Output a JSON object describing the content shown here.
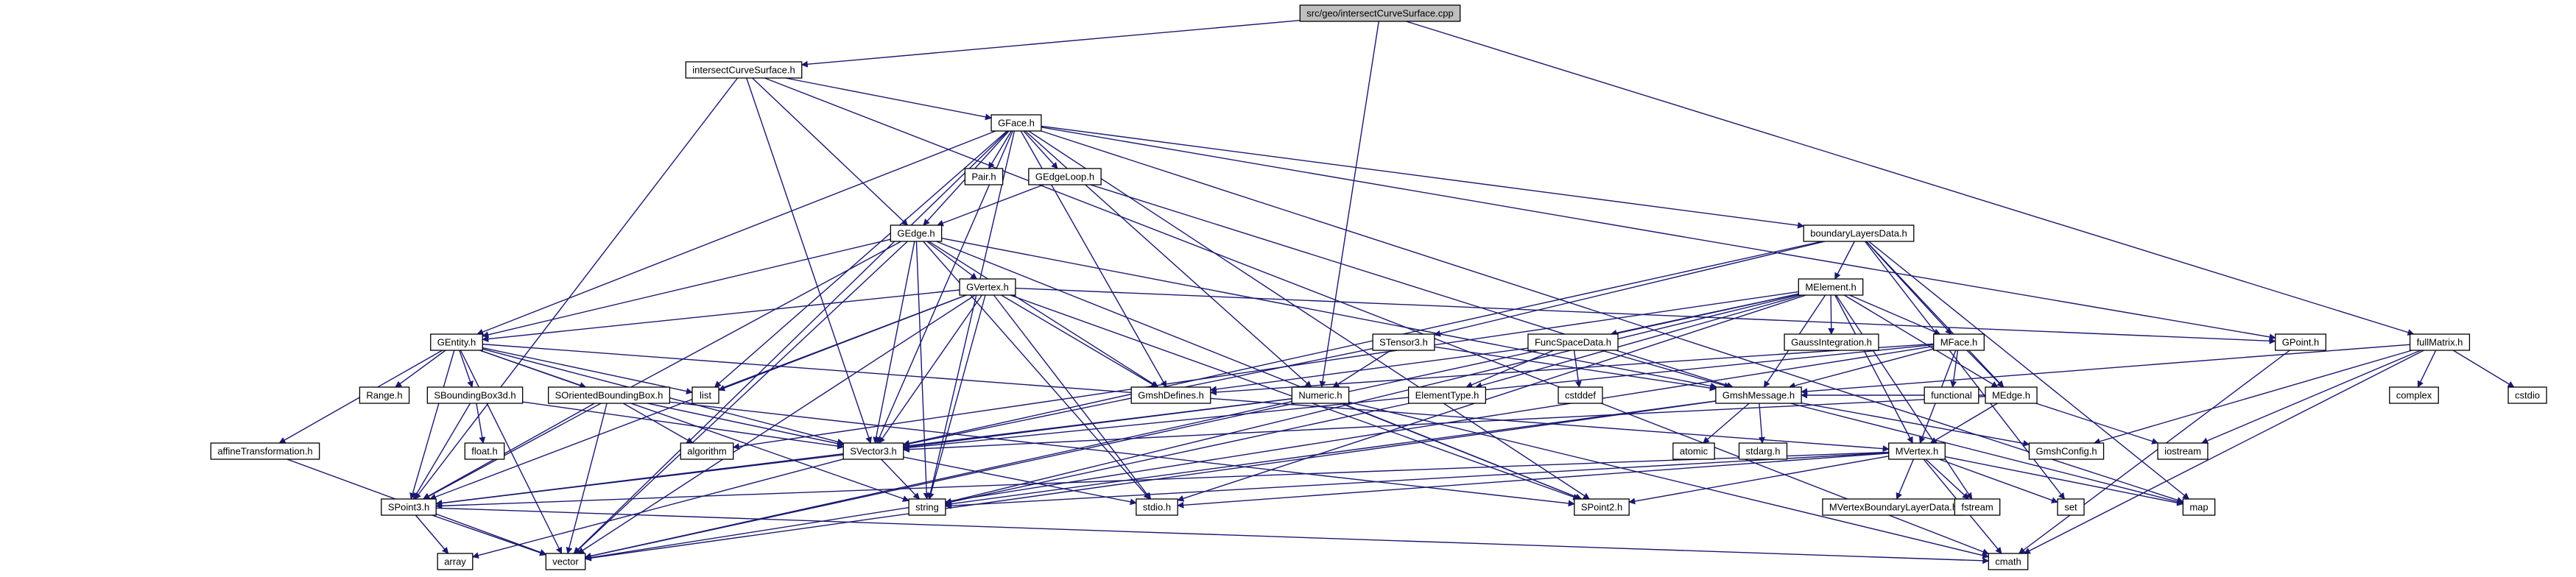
{
  "colors": {
    "edge": "#191970",
    "root_fill": "#bfbfbf",
    "node_fill": "#ffffff",
    "node_stroke": "#000000",
    "external_stroke": "#bfbfbf",
    "text": "#000000",
    "external_text": "#000000"
  },
  "nodes": [
    {
      "id": "root",
      "label": "src/geo/intersectCurveSurface.cpp",
      "kind": "root"
    },
    {
      "id": "icsh",
      "label": "intersectCurveSurface.h"
    },
    {
      "id": "fullmatrix",
      "label": "fullMatrix.h"
    },
    {
      "id": "gface",
      "label": "GFace.h"
    },
    {
      "id": "pair",
      "label": "Pair.h"
    },
    {
      "id": "gedgeloop",
      "label": "GEdgeLoop.h"
    },
    {
      "id": "gedge",
      "label": "GEdge.h"
    },
    {
      "id": "gvertex",
      "label": "GVertex.h"
    },
    {
      "id": "gentity",
      "label": "GEntity.h"
    },
    {
      "id": "range",
      "label": "Range.h"
    },
    {
      "id": "sbb",
      "label": "SBoundingBox3d.h"
    },
    {
      "id": "sobb",
      "label": "SOrientedBoundingBox.h"
    },
    {
      "id": "affine",
      "label": "affineTransformation.h"
    },
    {
      "id": "list",
      "label": "list",
      "kind": "ext"
    },
    {
      "id": "floath",
      "label": "float.h",
      "kind": "ext"
    },
    {
      "id": "algorithm",
      "label": "algorithm",
      "kind": "ext"
    },
    {
      "id": "spoint3",
      "label": "SPoint3.h"
    },
    {
      "id": "array",
      "label": "array",
      "kind": "ext"
    },
    {
      "id": "vector",
      "label": "vector",
      "kind": "ext"
    },
    {
      "id": "svector3",
      "label": "SVector3.h"
    },
    {
      "id": "string",
      "label": "string",
      "kind": "ext"
    },
    {
      "id": "stdio",
      "label": "stdio.h",
      "kind": "ext"
    },
    {
      "id": "stensor3",
      "label": "STensor3.h"
    },
    {
      "id": "numeric",
      "label": "Numeric.h"
    },
    {
      "id": "gmshdefines",
      "label": "GmshDefines.h"
    },
    {
      "id": "blayers",
      "label": "boundaryLayersData.h"
    },
    {
      "id": "melement",
      "label": "MElement.h"
    },
    {
      "id": "gaussint",
      "label": "GaussIntegration.h"
    },
    {
      "id": "funcspace",
      "label": "FuncSpaceData.h"
    },
    {
      "id": "cstddef",
      "label": "cstddef",
      "kind": "ext"
    },
    {
      "id": "elementtype",
      "label": "ElementType.h"
    },
    {
      "id": "mface",
      "label": "MFace.h"
    },
    {
      "id": "functional",
      "label": "functional",
      "kind": "ext"
    },
    {
      "id": "medge",
      "label": "MEdge.h"
    },
    {
      "id": "gmshmessage",
      "label": "GmshMessage.h"
    },
    {
      "id": "atomic",
      "label": "atomic",
      "kind": "ext"
    },
    {
      "id": "stdarg",
      "label": "stdarg.h",
      "kind": "ext"
    },
    {
      "id": "gmshconfig",
      "label": "GmshConfig.h"
    },
    {
      "id": "mvertex",
      "label": "MVertex.h"
    },
    {
      "id": "mvbld",
      "label": "MVertexBoundaryLayerData.h"
    },
    {
      "id": "fstream",
      "label": "fstream",
      "kind": "ext"
    },
    {
      "id": "set",
      "label": "set",
      "kind": "ext"
    },
    {
      "id": "map",
      "label": "map",
      "kind": "ext"
    },
    {
      "id": "spoint2",
      "label": "SPoint2.h"
    },
    {
      "id": "cmath",
      "label": "cmath",
      "kind": "ext"
    },
    {
      "id": "gpoint",
      "label": "GPoint.h"
    },
    {
      "id": "complex",
      "label": "complex",
      "kind": "ext"
    },
    {
      "id": "cstdio",
      "label": "cstdio",
      "kind": "ext"
    },
    {
      "id": "iostream",
      "label": "iostream",
      "kind": "ext"
    }
  ],
  "edges": [
    [
      "root",
      "icsh"
    ],
    [
      "root",
      "fullmatrix"
    ],
    [
      "root",
      "numeric"
    ],
    [
      "icsh",
      "gface"
    ],
    [
      "icsh",
      "gedge"
    ],
    [
      "icsh",
      "svector3"
    ],
    [
      "icsh",
      "spoint3"
    ],
    [
      "gface",
      "pair"
    ],
    [
      "gface",
      "gedgeloop"
    ],
    [
      "gface",
      "gedge"
    ],
    [
      "gface",
      "gentity"
    ],
    [
      "gface",
      "list"
    ],
    [
      "gface",
      "string"
    ],
    [
      "gface",
      "svector3"
    ],
    [
      "gface",
      "gmshdefines"
    ],
    [
      "gface",
      "numeric"
    ],
    [
      "gface",
      "blayers"
    ],
    [
      "gface",
      "gpoint"
    ],
    [
      "gface",
      "spoint2"
    ],
    [
      "gface",
      "map"
    ],
    [
      "gface",
      "vector"
    ],
    [
      "gedgeloop",
      "gedge"
    ],
    [
      "gedgeloop",
      "gmshmessage"
    ],
    [
      "gedge",
      "gvertex"
    ],
    [
      "gedge",
      "gentity"
    ],
    [
      "gedge",
      "svector3"
    ],
    [
      "gedge",
      "string"
    ],
    [
      "gedge",
      "gmshdefines"
    ],
    [
      "gedge",
      "stdio"
    ],
    [
      "gedge",
      "gmshmessage"
    ],
    [
      "gedge",
      "spoint2"
    ],
    [
      "gedge",
      "spoint3"
    ],
    [
      "gedge",
      "vector"
    ],
    [
      "gvertex",
      "gentity"
    ],
    [
      "gvertex",
      "list"
    ],
    [
      "gvertex",
      "gmshdefines"
    ],
    [
      "gvertex",
      "svector3"
    ],
    [
      "gvertex",
      "string"
    ],
    [
      "gvertex",
      "stdio"
    ],
    [
      "gvertex",
      "gpoint"
    ],
    [
      "gvertex",
      "spoint2"
    ],
    [
      "gvertex",
      "spoint3"
    ],
    [
      "gvertex",
      "vector"
    ],
    [
      "gentity",
      "range"
    ],
    [
      "gentity",
      "sbb"
    ],
    [
      "gentity",
      "sobb"
    ],
    [
      "gentity",
      "affine"
    ],
    [
      "gentity",
      "list"
    ],
    [
      "gentity",
      "spoint3"
    ],
    [
      "gentity",
      "svector3"
    ],
    [
      "gentity",
      "string"
    ],
    [
      "gentity",
      "vector"
    ],
    [
      "gentity",
      "mvertex"
    ],
    [
      "sbb",
      "floath"
    ],
    [
      "sbb",
      "spoint3"
    ],
    [
      "sbb",
      "svector3"
    ],
    [
      "sobb",
      "algorithm"
    ],
    [
      "sobb",
      "svector3"
    ],
    [
      "sobb",
      "spoint3"
    ],
    [
      "sobb",
      "vector"
    ],
    [
      "sobb",
      "spoint2"
    ],
    [
      "affine",
      "vector"
    ],
    [
      "svector3",
      "spoint3"
    ],
    [
      "svector3",
      "string"
    ],
    [
      "svector3",
      "stdio"
    ],
    [
      "svector3",
      "array"
    ],
    [
      "spoint3",
      "cmath"
    ],
    [
      "spoint3",
      "array"
    ],
    [
      "spoint3",
      "vector"
    ],
    [
      "stensor3",
      "svector3"
    ],
    [
      "stensor3",
      "numeric"
    ],
    [
      "stensor3",
      "gmshmessage"
    ],
    [
      "numeric",
      "svector3"
    ],
    [
      "numeric",
      "spoint2"
    ],
    [
      "numeric",
      "spoint3"
    ],
    [
      "numeric",
      "vector"
    ],
    [
      "numeric",
      "cmath"
    ],
    [
      "blayers",
      "melement"
    ],
    [
      "blayers",
      "mface"
    ],
    [
      "blayers",
      "medge"
    ],
    [
      "blayers",
      "svector3"
    ],
    [
      "blayers",
      "stensor3"
    ],
    [
      "blayers",
      "set"
    ],
    [
      "blayers",
      "map"
    ],
    [
      "melement",
      "gaussint"
    ],
    [
      "melement",
      "funcspace"
    ],
    [
      "melement",
      "mface"
    ],
    [
      "melement",
      "medge"
    ],
    [
      "melement",
      "mvertex"
    ],
    [
      "melement",
      "gmshmessage"
    ],
    [
      "melement",
      "elementtype"
    ],
    [
      "melement",
      "stdio"
    ],
    [
      "melement",
      "string"
    ],
    [
      "melement",
      "fstream"
    ],
    [
      "melement",
      "algorithm"
    ],
    [
      "melement",
      "vector"
    ],
    [
      "funcspace",
      "elementtype"
    ],
    [
      "funcspace",
      "cstddef"
    ],
    [
      "funcspace",
      "gmshmessage"
    ],
    [
      "funcspace",
      "gmshdefines"
    ],
    [
      "mface",
      "medge"
    ],
    [
      "mface",
      "mvertex"
    ],
    [
      "mface",
      "functional"
    ],
    [
      "mface",
      "gmshmessage"
    ],
    [
      "mface",
      "svector3"
    ],
    [
      "mface",
      "vector"
    ],
    [
      "mface",
      "gmshdefines"
    ],
    [
      "medge",
      "mvertex"
    ],
    [
      "medge",
      "svector3"
    ],
    [
      "medge",
      "iostream"
    ],
    [
      "medge",
      "gmshmessage"
    ],
    [
      "gmshmessage",
      "atomic"
    ],
    [
      "gmshmessage",
      "stdarg"
    ],
    [
      "gmshmessage",
      "gmshconfig"
    ],
    [
      "gmshmessage",
      "string"
    ],
    [
      "gmshmessage",
      "map"
    ],
    [
      "gmshmessage",
      "vector"
    ],
    [
      "mvertex",
      "mvbld"
    ],
    [
      "mvertex",
      "fstream"
    ],
    [
      "mvertex",
      "set"
    ],
    [
      "mvertex",
      "map"
    ],
    [
      "mvertex",
      "cmath"
    ],
    [
      "mvertex",
      "spoint2"
    ],
    [
      "mvertex",
      "spoint3"
    ],
    [
      "mvertex",
      "stdio"
    ],
    [
      "mvertex",
      "string"
    ],
    [
      "fullmatrix",
      "gmshconfig"
    ],
    [
      "fullmatrix",
      "gmshmessage"
    ],
    [
      "fullmatrix",
      "complex"
    ],
    [
      "fullmatrix",
      "cstdio"
    ],
    [
      "fullmatrix",
      "iostream"
    ],
    [
      "fullmatrix",
      "cmath"
    ],
    [
      "icsh",
      "cmath"
    ],
    [
      "elementtype",
      "string"
    ],
    [
      "gpoint",
      "cmath"
    ]
  ]
}
